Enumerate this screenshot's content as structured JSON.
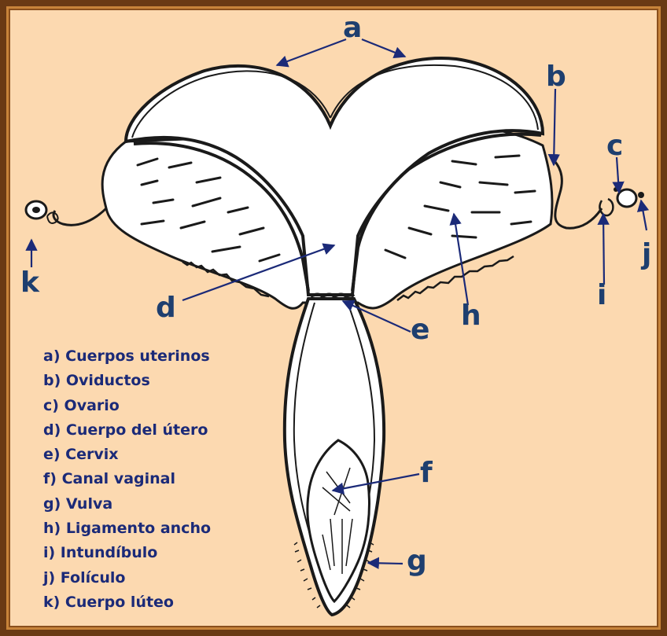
{
  "labels": {
    "a": "a",
    "b": "b",
    "c": "c",
    "d": "d",
    "e": "e",
    "f": "f",
    "g": "g",
    "h": "h",
    "i": "i",
    "j": "j",
    "k": "k"
  },
  "legend": [
    "a) Cuerpos uterinos",
    "b) Oviductos",
    "c) Ovario",
    "d) Cuerpo del útero",
    "e) Cervix",
    "f) Canal vaginal",
    "g) Vulva",
    "h) Ligamento ancho",
    "i) Intundíbulo",
    "j) Folículo",
    "k) Cuerpo lúteo"
  ],
  "colors": {
    "background": "#fcd9b0",
    "label_text": "#1e3f6f",
    "legend_text": "#1b2a78",
    "drawing": "#1a1a1a",
    "arrow": "#1b2a78"
  }
}
